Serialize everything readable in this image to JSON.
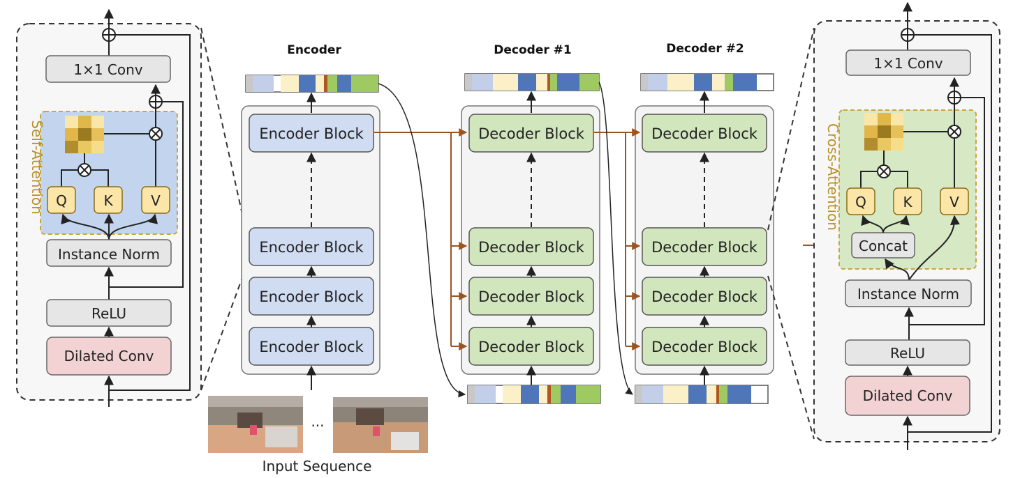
{
  "titles": {
    "encoder": "Encoder",
    "decoder1": "Decoder #1",
    "decoder2": "Decoder #2"
  },
  "blocks": {
    "encoder": "Encoder Block",
    "decoder": "Decoder Block"
  },
  "input_caption": "Input Sequence",
  "ellipsis": "...",
  "self_attention": {
    "title": "Self-Attention",
    "conv1x1": "1×1 Conv",
    "q": "Q",
    "k": "K",
    "v": "V",
    "norm": "Instance Norm",
    "relu": "ReLU",
    "dilated": "Dilated Conv"
  },
  "cross_attention": {
    "title": "Cross-Attention",
    "conv1x1": "1×1 Conv",
    "q": "Q",
    "k": "K",
    "v": "V",
    "concat": "Concat",
    "norm": "Instance Norm",
    "relu": "ReLU",
    "dilated": "Dilated Conv"
  },
  "colors": {
    "encoder_block": "#cfdcf2",
    "decoder_block": "#d2e6bd",
    "attention_blue": "#c3d5ee",
    "attention_green": "#d7e8c4",
    "qkv_fill": "#fbe6a8",
    "gray_box": "#e6e6e6",
    "dilated_fill": "#f3d2d4",
    "arrow_brown": "#9a5422",
    "attention_border": "#c8a640"
  }
}
